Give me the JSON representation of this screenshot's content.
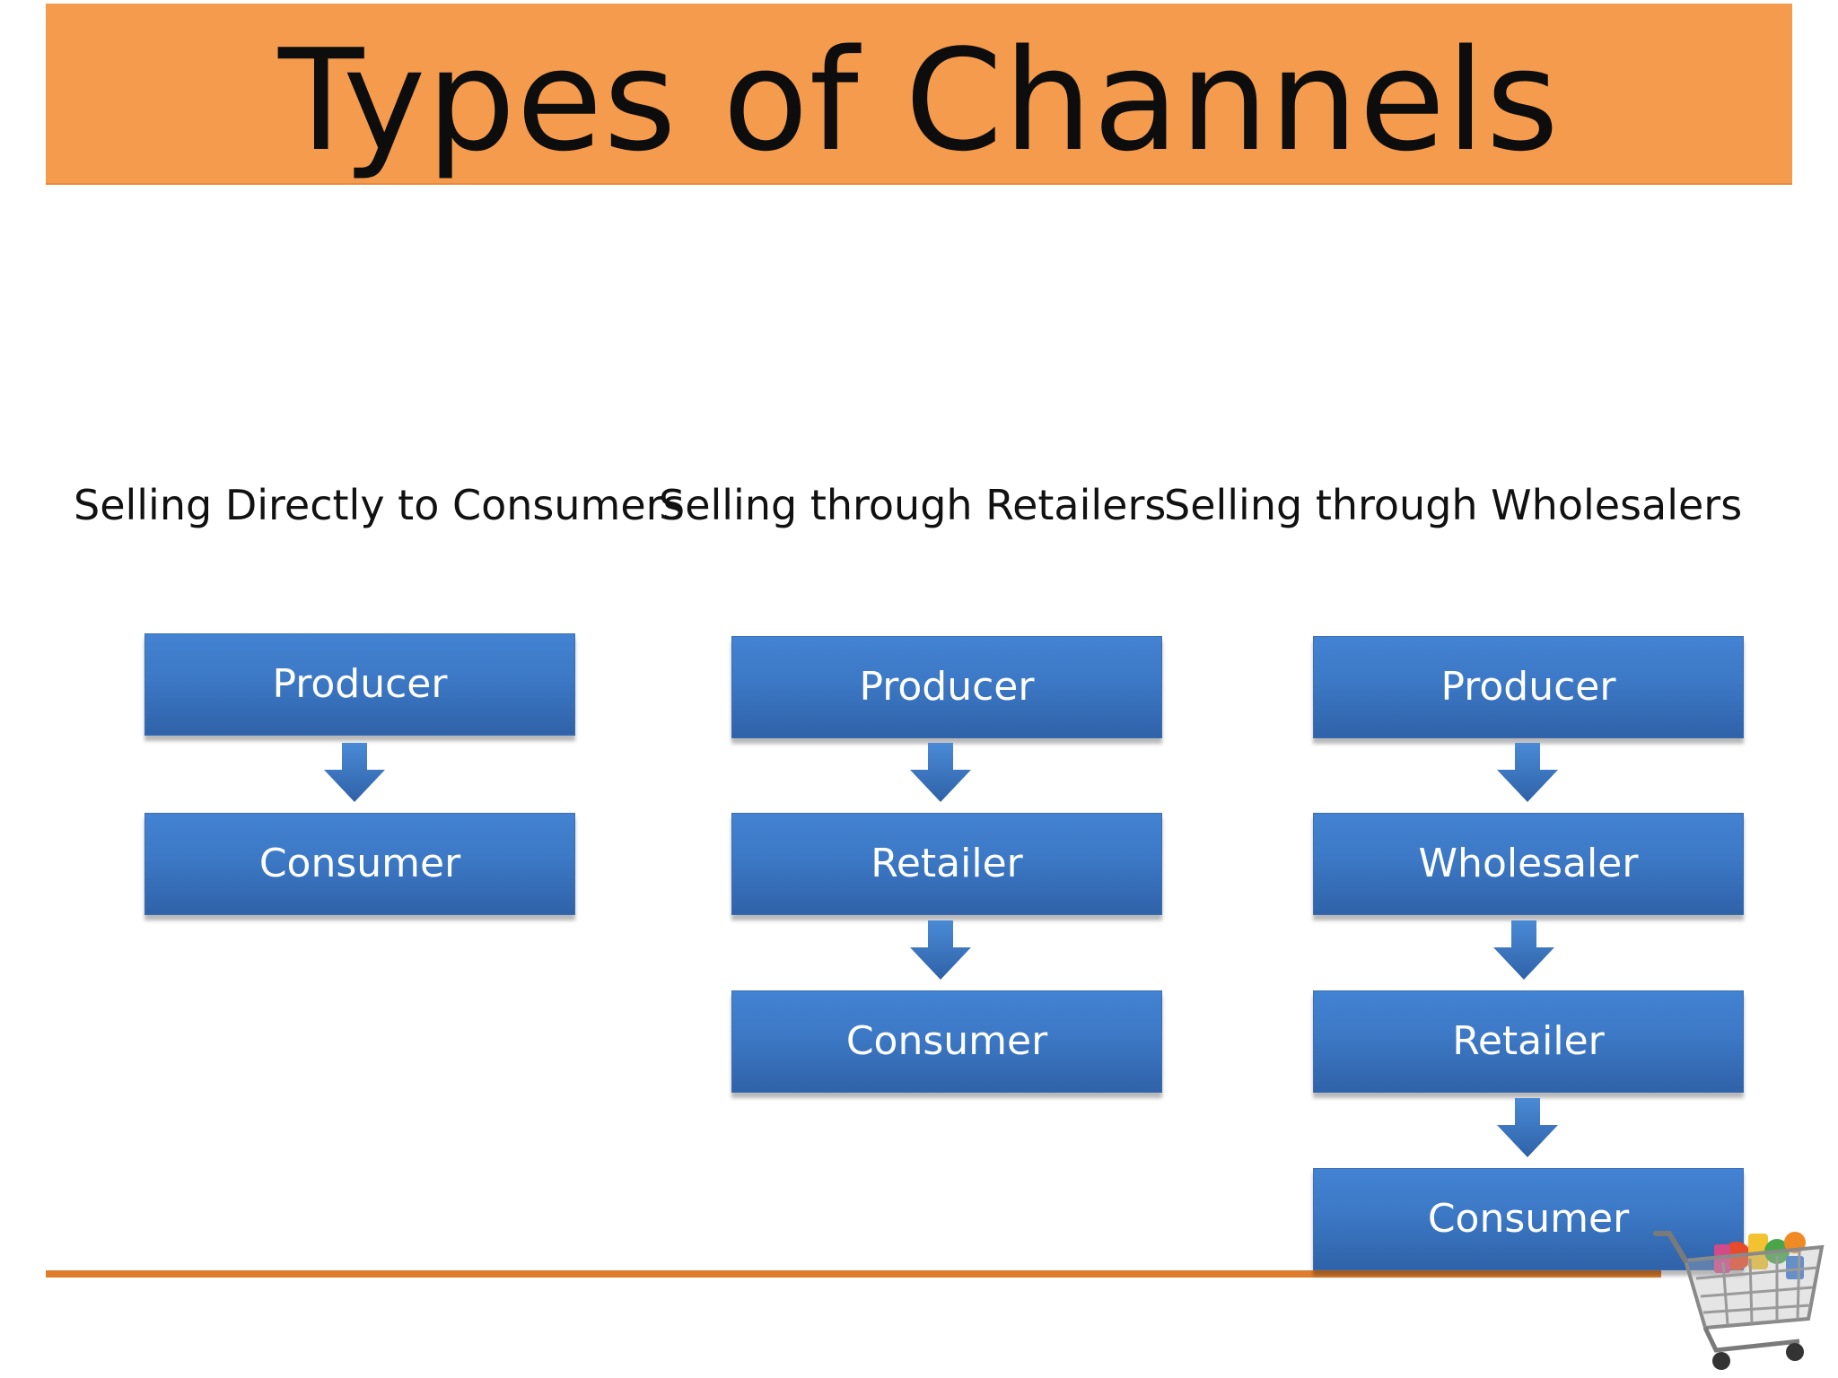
{
  "slide": {
    "title": "Types of Channels"
  },
  "columns": [
    {
      "heading": "Selling Directly to Consumers",
      "steps": [
        "Producer",
        "Consumer"
      ]
    },
    {
      "heading": "Selling through Retailers",
      "steps": [
        "Producer",
        "Retailer",
        "Consumer"
      ]
    },
    {
      "heading": "Selling through Wholesalers",
      "steps": [
        "Producer",
        "Wholesaler",
        "Retailer",
        "Consumer"
      ]
    }
  ],
  "colors": {
    "title_bar": "#f59b4d",
    "box": "#3c78c5",
    "accent_line": "#e07d2c"
  },
  "icons": {
    "flow_arrow": "down-arrow-icon",
    "decoration": "shopping-cart-icon"
  }
}
